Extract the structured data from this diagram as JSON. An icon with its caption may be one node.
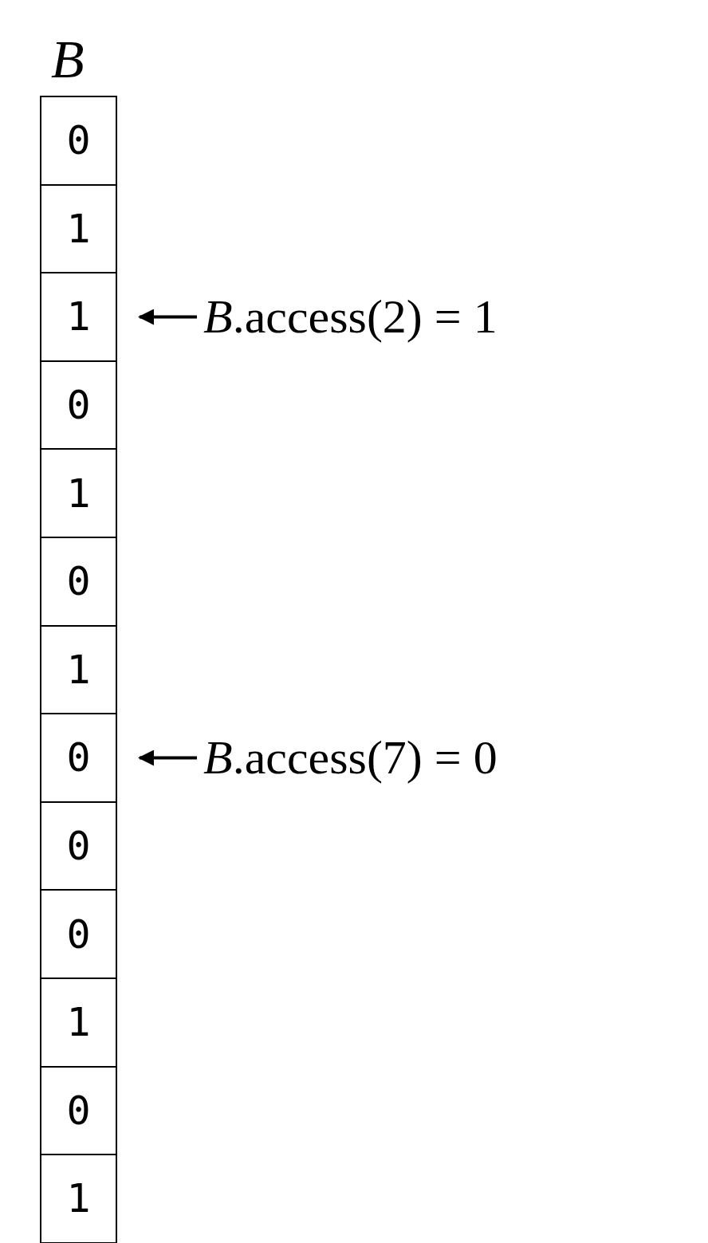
{
  "diagram": {
    "nodes": [
      {
        "text": [
          "0"
        ]
      },
      {
        "text": [
          "1"
        ]
      },
      {
        "text": [
          "1"
        ]
      },
      {
        "text": [
          "0"
        ]
      },
      {
        "text": [
          "1"
        ]
      },
      {
        "text": [
          "0"
        ]
      },
      {
        "text": [
          "1"
        ]
      },
      {
        "text": [
          "0"
        ]
      },
      {
        "text": [
          "0"
        ]
      },
      {
        "text": [
          "0"
        ]
      },
      {
        "text": [
          "1"
        ]
      },
      {
        "text": [
          "0"
        ]
      },
      {
        "text": [
          "1"
        ]
      },
      {
        "text": [
          "*B*.access(2) = 1"
        ]
      },
      {
        "text": [
          "*B*.access(7) = 0"
        ]
      }
    ],
    "edges": [
      {
        "from": 13,
        "to": 2,
        "arrow": "to"
      },
      {
        "from": 14,
        "to": 7,
        "arrow": "to"
      }
    ],
    "labels": [
      "B"
    ]
  }
}
